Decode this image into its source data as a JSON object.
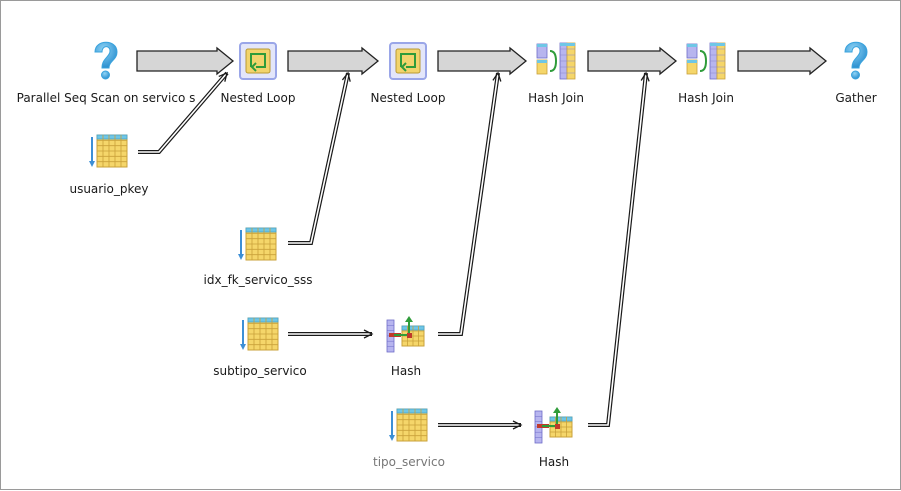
{
  "diagram": {
    "nodes": [
      {
        "id": "pseq",
        "label": "Parallel Seq Scan on servico s",
        "icon": "question-icon",
        "muted": false
      },
      {
        "id": "nl1",
        "label": "Nested Loop",
        "icon": "nested-loop-icon",
        "muted": false
      },
      {
        "id": "nl2",
        "label": "Nested Loop",
        "icon": "nested-loop-icon",
        "muted": false
      },
      {
        "id": "hj1",
        "label": "Hash Join",
        "icon": "hash-join-icon",
        "muted": false
      },
      {
        "id": "hj2",
        "label": "Hash Join",
        "icon": "hash-join-icon",
        "muted": false
      },
      {
        "id": "gather",
        "label": "Gather",
        "icon": "question-icon",
        "muted": false
      },
      {
        "id": "upk",
        "label": "usuario_pkey",
        "icon": "index-scan-icon",
        "muted": false
      },
      {
        "id": "idx",
        "label": "idx_fk_servico_sss",
        "icon": "index-scan-icon",
        "muted": false
      },
      {
        "id": "sub",
        "label": "subtipo_servico",
        "icon": "seq-scan-icon",
        "muted": false
      },
      {
        "id": "hash1",
        "label": "Hash",
        "icon": "hash-icon",
        "muted": false
      },
      {
        "id": "tipo",
        "label": "tipo_servico",
        "icon": "seq-scan-icon",
        "muted": true
      },
      {
        "id": "hash2",
        "label": "Hash",
        "icon": "hash-icon",
        "muted": false
      }
    ],
    "edges": [
      {
        "from": "pseq",
        "to": "nl1",
        "style": "main"
      },
      {
        "from": "nl1",
        "to": "nl2",
        "style": "main"
      },
      {
        "from": "nl2",
        "to": "hj1",
        "style": "main"
      },
      {
        "from": "hj1",
        "to": "hj2",
        "style": "main"
      },
      {
        "from": "hj2",
        "to": "gather",
        "style": "main"
      },
      {
        "from": "upk",
        "to": "nl1",
        "style": "thin"
      },
      {
        "from": "idx",
        "to": "nl2",
        "style": "thin"
      },
      {
        "from": "sub",
        "to": "hash1",
        "style": "thin"
      },
      {
        "from": "hash1",
        "to": "hj1",
        "style": "thin"
      },
      {
        "from": "tipo",
        "to": "hash2",
        "style": "thin"
      },
      {
        "from": "hash2",
        "to": "hj2",
        "style": "thin"
      }
    ]
  },
  "colors": {
    "arrow_fill": "#d6d6d6",
    "arrow_stroke": "#222222",
    "question": "#3aa3dd",
    "table_fill": "#f5d66a",
    "table_header": "#6ec6e6",
    "loop_frame": "#9aa6e8",
    "loop_inner": "#f2d46c",
    "loop_arrow": "#2f9c3a"
  }
}
